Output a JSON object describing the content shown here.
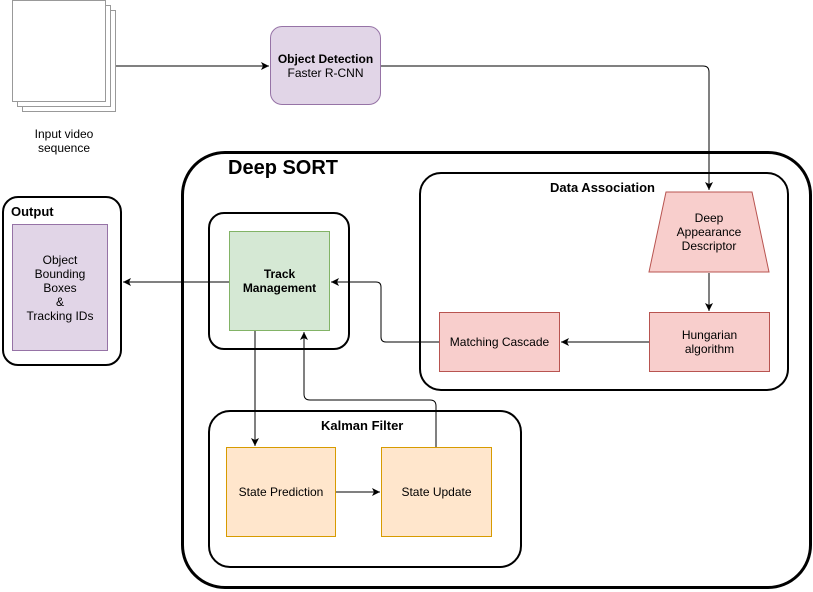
{
  "input": {
    "label": "Input video\nsequence"
  },
  "detection": {
    "title": "Object Detection",
    "subtitle": "Faster R-CNN",
    "color": "#e1d5e7",
    "border": "#9673a6"
  },
  "deep_sort": {
    "title": "Deep SORT"
  },
  "data_association": {
    "title": "Data Association",
    "descriptor": "Deep\nAppearance\nDescriptor",
    "hungarian": "Hungarian\nalgorithm",
    "matching": "Matching Cascade",
    "color": "#f8cecc",
    "border": "#b85450"
  },
  "track": {
    "label": "Track\nManagement",
    "color": "#d5e8d4",
    "border": "#82b366"
  },
  "kalman": {
    "title": "Kalman Filter",
    "prediction": "State Prediction",
    "update": "State Update",
    "color": "#ffe6cc",
    "border": "#d79b00"
  },
  "output": {
    "title": "Output",
    "content": "Object\nBounding\nBoxes\n&\nTracking IDs",
    "color": "#e1d5e7",
    "border": "#9673a6"
  }
}
